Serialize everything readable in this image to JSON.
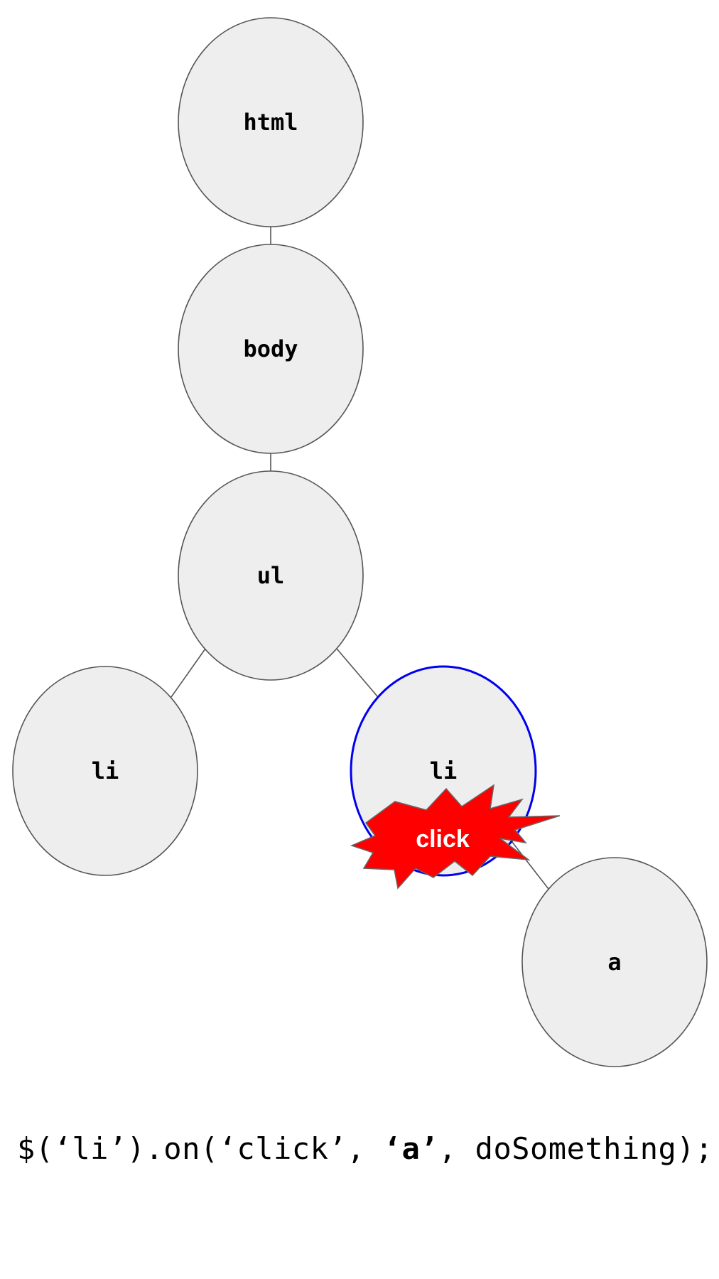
{
  "nodes": {
    "html": "html",
    "body": "body",
    "ul": "ul",
    "li_left": "li",
    "li_right": "li",
    "a": "a"
  },
  "click_burst": {
    "label": "click",
    "color": "#ff0000"
  },
  "highlight_color": "#0000ee",
  "code": {
    "prefix": "$(‘li’).on(‘click’, ",
    "selector": "‘a’",
    "suffix": ", doSomething);"
  }
}
